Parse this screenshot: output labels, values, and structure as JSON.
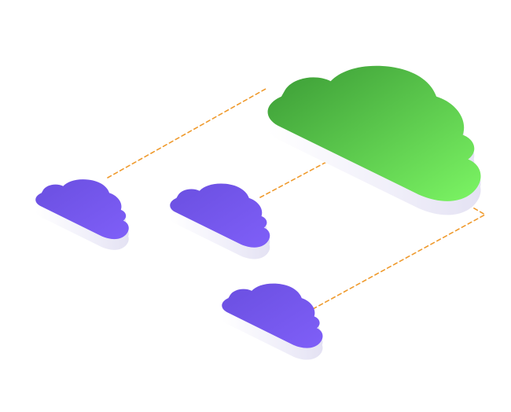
{
  "illustration": {
    "subject": "isometric-cloud-network",
    "colors": {
      "main_cloud_gradient_start": "#3a9a35",
      "main_cloud_gradient_end": "#7cf564",
      "small_cloud_gradient_start": "#6a4fe0",
      "small_cloud_gradient_end": "#7f5ff8",
      "cloud_base_light": "#ffffff",
      "cloud_base_shade": "#e4e2f3",
      "connector_line": "#ef9a2d"
    },
    "clouds": [
      {
        "name": "main-cloud",
        "role": "hub"
      },
      {
        "name": "small-cloud-left",
        "role": "node"
      },
      {
        "name": "small-cloud-middle",
        "role": "node"
      },
      {
        "name": "small-cloud-bottom",
        "role": "node"
      }
    ],
    "connectors": [
      {
        "from": "small-cloud-left",
        "to": "main-cloud",
        "style": "dashed"
      },
      {
        "from": "small-cloud-middle",
        "to": "main-cloud",
        "style": "dashed"
      },
      {
        "from": "small-cloud-bottom",
        "to": "main-cloud",
        "style": "dashed"
      }
    ]
  }
}
